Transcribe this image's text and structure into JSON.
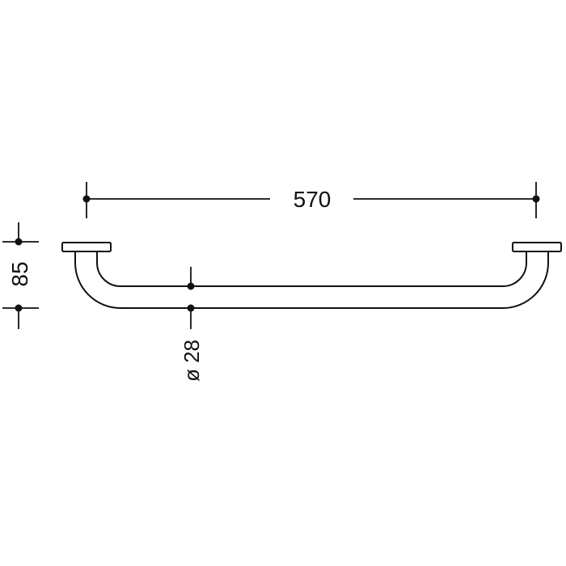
{
  "drawing": {
    "type": "technical-dimension-drawing",
    "subject": "grab-rail",
    "line_color": "#111111",
    "background": "#ffffff"
  },
  "dimensions": {
    "length": {
      "label": "570",
      "orientation": "horizontal"
    },
    "projection": {
      "label": "85",
      "orientation": "vertical"
    },
    "diameter": {
      "label": "ø 28",
      "orientation": "vertical"
    }
  }
}
